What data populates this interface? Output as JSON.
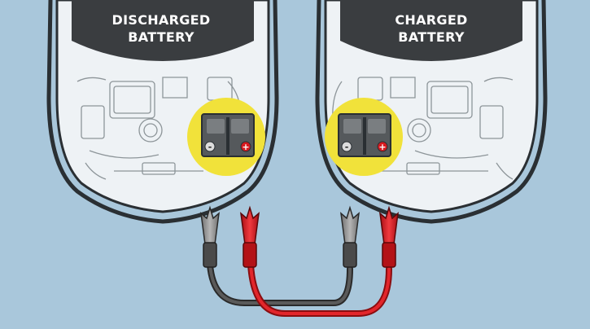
{
  "diagram": {
    "left_car": {
      "label_line1": "DISCHARGED",
      "label_line2": "BATTERY"
    },
    "right_car": {
      "label_line1": "CHARGED",
      "label_line2": "BATTERY"
    },
    "terminals": {
      "negative": "-",
      "positive": "+"
    }
  },
  "colors": {
    "background": "#a9c7db",
    "car_body": "#eef2f5",
    "car_outline": "#2a2f33",
    "windshield": "#3a3d40",
    "highlight": "#f1e23a",
    "negative_cable": "#4a4a4a",
    "positive_cable": "#d8191f",
    "clamp_grey": "#8c8c8c",
    "clamp_red": "#d8191f"
  }
}
